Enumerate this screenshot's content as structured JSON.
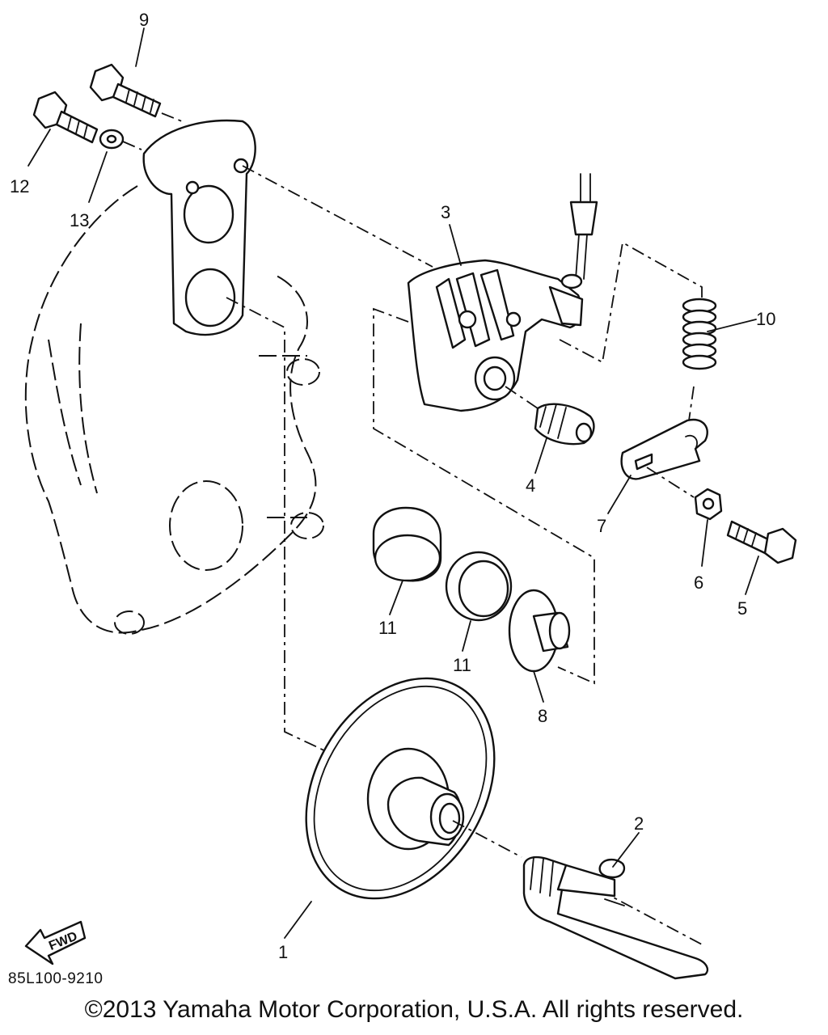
{
  "labels": {
    "p1": "1",
    "p2": "2",
    "p3": "3",
    "p4": "4",
    "p5": "5",
    "p6": "6",
    "p7": "7",
    "p8": "8",
    "p9": "9",
    "p10": "10",
    "p11a": "11",
    "p11b": "11",
    "p12": "12",
    "p13": "13"
  },
  "fwd": "FWD",
  "diagram_code": "85L100-9210",
  "copyright": "©2013 Yamaha Motor Corporation, U.S.A. All rights reserved."
}
